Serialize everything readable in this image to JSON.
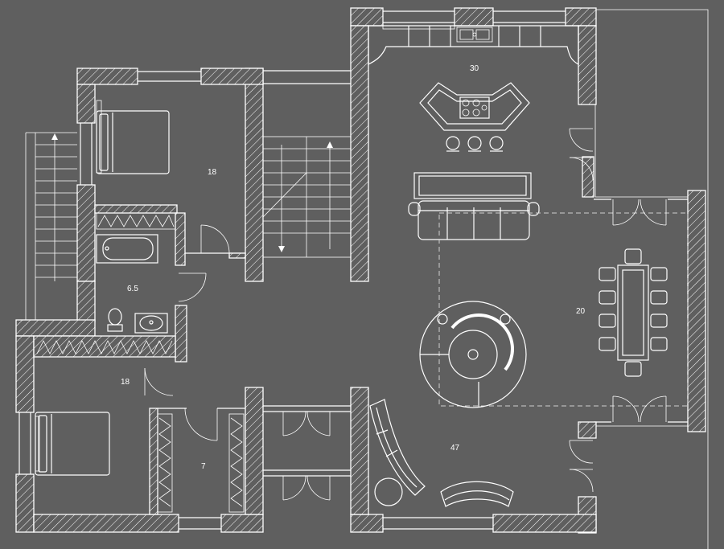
{
  "colors": {
    "background": "#5f5f5f",
    "lines": "#ffffff",
    "dashed": "#cfcfcf"
  },
  "room_labels": {
    "kitchen": "30",
    "bedroom_top": "18",
    "bathroom": "6.5",
    "dining": "20",
    "bedroom_bottom": "18",
    "closet": "7",
    "living": "47"
  }
}
